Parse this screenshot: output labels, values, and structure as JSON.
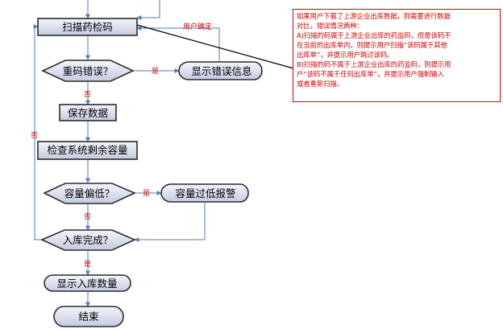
{
  "diagram": {
    "nodes": {
      "scan": "扫描药检码",
      "dup_check": "重码错误？",
      "show_error": "显示错误信息",
      "save": "保存数据",
      "check_capacity": "检查系统剩余容量",
      "low_capacity": "容量偏低？",
      "low_alarm": "容量过低报警",
      "done": "入库完成？",
      "show_count": "显示入库数量",
      "end": "结束"
    },
    "edges": {
      "user_confirm": "用户确定",
      "dup_yes": "是",
      "dup_no": "否",
      "loop_no": "否",
      "low_yes": "是",
      "low_no": "否",
      "done_yes": "是"
    },
    "note": {
      "lines": [
        "如果用户下载了上游企业出库数据，则需要进行数据",
        "对比，错误情况两种：",
        "A)扫描的码属于上游企业出库的药监码，但是该码不",
        "在当前的出库单内，则提示用户扫描“该码属于其他",
        "出库单”，并提示用户跳过该码。",
        "B)扫描的码不属于上游企业出库的药监码，则提示用",
        "户“该码不属于任何出库单”，并提示用户强制输入",
        "或者重新扫描。"
      ]
    },
    "colors": {
      "node_fill_top": "#f4f6fb",
      "node_fill_bottom": "#c3cbe0",
      "node_stroke": "#2b2b2b",
      "arrow": "#4a7ebb",
      "label_red": "#d40000"
    }
  }
}
